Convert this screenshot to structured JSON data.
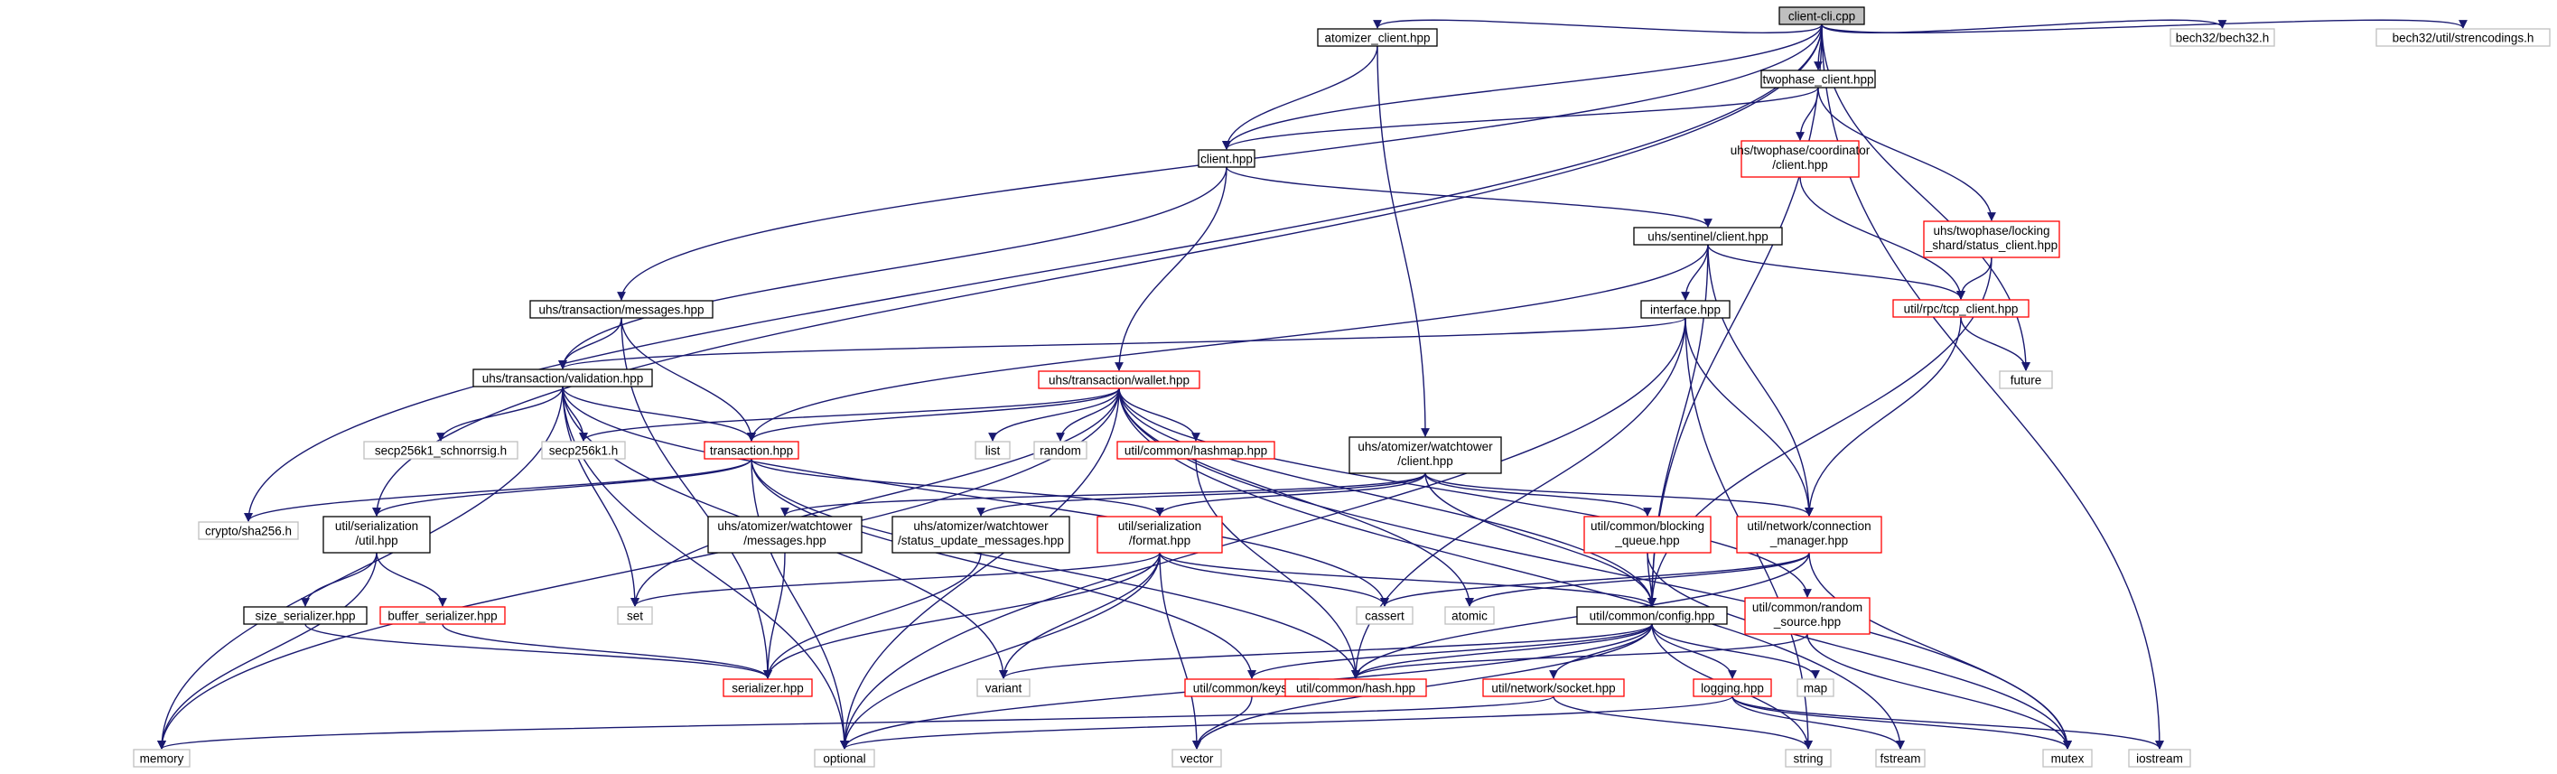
{
  "diagram": {
    "title": "client-cli.cpp",
    "colors": {
      "edge": "#191970",
      "root_fill": "#bfbfbf",
      "normal_border": "#000000",
      "red_border": "#ff0000",
      "external_border": "#bfbfbf"
    },
    "nodes": [
      {
        "id": "root",
        "label": "client-cli.cpp",
        "style": "root"
      },
      {
        "id": "atomizer_client",
        "label": "atomizer_client.hpp",
        "style": "normal"
      },
      {
        "id": "twophase_client",
        "label": "twophase_client.hpp",
        "style": "normal"
      },
      {
        "id": "bech32",
        "label": "bech32/bech32.h",
        "style": "ext"
      },
      {
        "id": "bech32_util",
        "label": "bech32/util/strencodings.h",
        "style": "ext"
      },
      {
        "id": "client_hpp",
        "label": "client.hpp",
        "style": "normal"
      },
      {
        "id": "tp_coord",
        "label": "uhs/twophase/coordinator\n/client.hpp",
        "style": "red"
      },
      {
        "id": "tp_locking",
        "label": "uhs/twophase/locking\n_shard/status_client.hpp",
        "style": "red"
      },
      {
        "id": "sentinel",
        "label": "uhs/sentinel/client.hpp",
        "style": "normal"
      },
      {
        "id": "interface",
        "label": "interface.hpp",
        "style": "normal"
      },
      {
        "id": "tcp_client",
        "label": "util/rpc/tcp_client.hpp",
        "style": "red"
      },
      {
        "id": "tx_messages",
        "label": "uhs/transaction/messages.hpp",
        "style": "normal"
      },
      {
        "id": "future",
        "label": "future",
        "style": "ext"
      },
      {
        "id": "validation",
        "label": "uhs/transaction/validation.hpp",
        "style": "normal"
      },
      {
        "id": "wallet",
        "label": "uhs/transaction/wallet.hpp",
        "style": "red"
      },
      {
        "id": "schnorr",
        "label": "secp256k1_schnorrsig.h",
        "style": "ext"
      },
      {
        "id": "secp",
        "label": "secp256k1.h",
        "style": "ext"
      },
      {
        "id": "transaction",
        "label": "transaction.hpp",
        "style": "red"
      },
      {
        "id": "list",
        "label": "list",
        "style": "ext"
      },
      {
        "id": "random",
        "label": "random",
        "style": "ext"
      },
      {
        "id": "hashmap",
        "label": "util/common/hashmap.hpp",
        "style": "red"
      },
      {
        "id": "wt_client",
        "label": "uhs/atomizer/watchtower\n/client.hpp",
        "style": "normal"
      },
      {
        "id": "sha256",
        "label": "crypto/sha256.h",
        "style": "ext"
      },
      {
        "id": "ser_util",
        "label": "util/serialization\n/util.hpp",
        "style": "normal"
      },
      {
        "id": "wt_messages",
        "label": "uhs/atomizer/watchtower\n/messages.hpp",
        "style": "normal"
      },
      {
        "id": "wt_status",
        "label": "uhs/atomizer/watchtower\n/status_update_messages.hpp",
        "style": "normal"
      },
      {
        "id": "ser_format",
        "label": "util/serialization\n/format.hpp",
        "style": "red"
      },
      {
        "id": "blocking_queue",
        "label": "util/common/blocking\n_queue.hpp",
        "style": "red"
      },
      {
        "id": "conn_mgr",
        "label": "util/network/connection\n_manager.hpp",
        "style": "red"
      },
      {
        "id": "size_ser",
        "label": "size_serializer.hpp",
        "style": "normal"
      },
      {
        "id": "buffer_ser",
        "label": "buffer_serializer.hpp",
        "style": "red"
      },
      {
        "id": "set",
        "label": "set",
        "style": "ext"
      },
      {
        "id": "cassert",
        "label": "cassert",
        "style": "ext"
      },
      {
        "id": "atomic",
        "label": "atomic",
        "style": "ext"
      },
      {
        "id": "config",
        "label": "util/common/config.hpp",
        "style": "normal"
      },
      {
        "id": "random_source",
        "label": "util/common/random\n_source.hpp",
        "style": "red"
      },
      {
        "id": "variant",
        "label": "variant",
        "style": "ext"
      },
      {
        "id": "map",
        "label": "map",
        "style": "ext"
      },
      {
        "id": "serializer",
        "label": "serializer.hpp",
        "style": "red"
      },
      {
        "id": "keys",
        "label": "util/common/keys.hpp",
        "style": "red"
      },
      {
        "id": "hash",
        "label": "util/common/hash.hpp",
        "style": "red"
      },
      {
        "id": "socket",
        "label": "util/network/socket.hpp",
        "style": "red"
      },
      {
        "id": "logging",
        "label": "logging.hpp",
        "style": "red"
      },
      {
        "id": "memory",
        "label": "memory",
        "style": "ext"
      },
      {
        "id": "optional",
        "label": "optional",
        "style": "ext"
      },
      {
        "id": "vector",
        "label": "vector",
        "style": "ext"
      },
      {
        "id": "string",
        "label": "string",
        "style": "ext"
      },
      {
        "id": "fstream",
        "label": "fstream",
        "style": "ext"
      },
      {
        "id": "mutex",
        "label": "mutex",
        "style": "ext"
      },
      {
        "id": "iostream",
        "label": "iostream",
        "style": "ext"
      }
    ],
    "edges": [
      [
        "root",
        "atomizer_client"
      ],
      [
        "root",
        "twophase_client"
      ],
      [
        "root",
        "bech32"
      ],
      [
        "root",
        "bech32_util"
      ],
      [
        "root",
        "client_hpp"
      ],
      [
        "root",
        "tx_messages"
      ],
      [
        "root",
        "sha256"
      ],
      [
        "root",
        "ser_util"
      ],
      [
        "root",
        "future"
      ],
      [
        "root",
        "config"
      ],
      [
        "root",
        "iostream"
      ],
      [
        "atomizer_client",
        "client_hpp"
      ],
      [
        "atomizer_client",
        "wt_client"
      ],
      [
        "twophase_client",
        "client_hpp"
      ],
      [
        "twophase_client",
        "tp_coord"
      ],
      [
        "twophase_client",
        "tp_locking"
      ],
      [
        "client_hpp",
        "sentinel"
      ],
      [
        "client_hpp",
        "validation"
      ],
      [
        "client_hpp",
        "wallet"
      ],
      [
        "tp_coord",
        "tcp_client"
      ],
      [
        "tp_locking",
        "tcp_client"
      ],
      [
        "tp_locking",
        "config"
      ],
      [
        "sentinel",
        "interface"
      ],
      [
        "sentinel",
        "tcp_client"
      ],
      [
        "sentinel",
        "transaction"
      ],
      [
        "sentinel",
        "conn_mgr"
      ],
      [
        "sentinel",
        "config"
      ],
      [
        "interface",
        "validation"
      ],
      [
        "interface",
        "conn_mgr"
      ],
      [
        "interface",
        "optional"
      ],
      [
        "interface",
        "hash"
      ],
      [
        "interface",
        "string"
      ],
      [
        "tcp_client",
        "future"
      ],
      [
        "tcp_client",
        "conn_mgr"
      ],
      [
        "tx_messages",
        "validation"
      ],
      [
        "tx_messages",
        "transaction"
      ],
      [
        "tx_messages",
        "serializer"
      ],
      [
        "validation",
        "schnorr"
      ],
      [
        "validation",
        "secp"
      ],
      [
        "validation",
        "transaction"
      ],
      [
        "validation",
        "memory"
      ],
      [
        "validation",
        "optional"
      ],
      [
        "validation",
        "set"
      ],
      [
        "validation",
        "variant"
      ],
      [
        "validation",
        "cassert"
      ],
      [
        "wallet",
        "transaction"
      ],
      [
        "wallet",
        "secp"
      ],
      [
        "wallet",
        "list"
      ],
      [
        "wallet",
        "random"
      ],
      [
        "wallet",
        "hashmap"
      ],
      [
        "wallet",
        "memory"
      ],
      [
        "wallet",
        "set"
      ],
      [
        "wallet",
        "optional"
      ],
      [
        "wallet",
        "atomic"
      ],
      [
        "wallet",
        "config"
      ],
      [
        "wallet",
        "random_source"
      ],
      [
        "wallet",
        "fstream"
      ],
      [
        "wallet",
        "mutex"
      ],
      [
        "transaction",
        "sha256"
      ],
      [
        "transaction",
        "ser_util"
      ],
      [
        "transaction",
        "ser_format"
      ],
      [
        "transaction",
        "keys"
      ],
      [
        "transaction",
        "hash"
      ],
      [
        "transaction",
        "optional"
      ],
      [
        "hashmap",
        "hash"
      ],
      [
        "wt_client",
        "wt_messages"
      ],
      [
        "wt_client",
        "wt_status"
      ],
      [
        "wt_client",
        "ser_format"
      ],
      [
        "wt_client",
        "blocking_queue"
      ],
      [
        "wt_client",
        "conn_mgr"
      ],
      [
        "wt_client",
        "config"
      ],
      [
        "ser_util",
        "size_ser"
      ],
      [
        "ser_util",
        "buffer_ser"
      ],
      [
        "ser_util",
        "memory"
      ],
      [
        "wt_messages",
        "serializer"
      ],
      [
        "wt_status",
        "serializer"
      ],
      [
        "ser_format",
        "serializer"
      ],
      [
        "ser_format",
        "set"
      ],
      [
        "ser_format",
        "cassert"
      ],
      [
        "ser_format",
        "config"
      ],
      [
        "ser_format",
        "variant"
      ],
      [
        "ser_format",
        "optional"
      ],
      [
        "ser_format",
        "vector"
      ],
      [
        "blocking_queue",
        "config"
      ],
      [
        "blocking_queue",
        "mutex"
      ],
      [
        "conn_mgr",
        "cassert"
      ],
      [
        "conn_mgr",
        "atomic"
      ],
      [
        "conn_mgr",
        "hash"
      ],
      [
        "conn_mgr",
        "mutex"
      ],
      [
        "size_ser",
        "serializer"
      ],
      [
        "buffer_ser",
        "serializer"
      ],
      [
        "config",
        "variant"
      ],
      [
        "config",
        "map"
      ],
      [
        "config",
        "keys"
      ],
      [
        "config",
        "hash"
      ],
      [
        "config",
        "socket"
      ],
      [
        "config",
        "logging"
      ],
      [
        "config",
        "optional"
      ],
      [
        "config",
        "string"
      ],
      [
        "config",
        "vector"
      ],
      [
        "random_source",
        "hash"
      ],
      [
        "random_source",
        "mutex"
      ],
      [
        "keys",
        "vector"
      ],
      [
        "socket",
        "memory"
      ],
      [
        "socket",
        "string"
      ],
      [
        "logging",
        "optional"
      ],
      [
        "logging",
        "fstream"
      ],
      [
        "logging",
        "mutex"
      ],
      [
        "logging",
        "iostream"
      ]
    ]
  }
}
